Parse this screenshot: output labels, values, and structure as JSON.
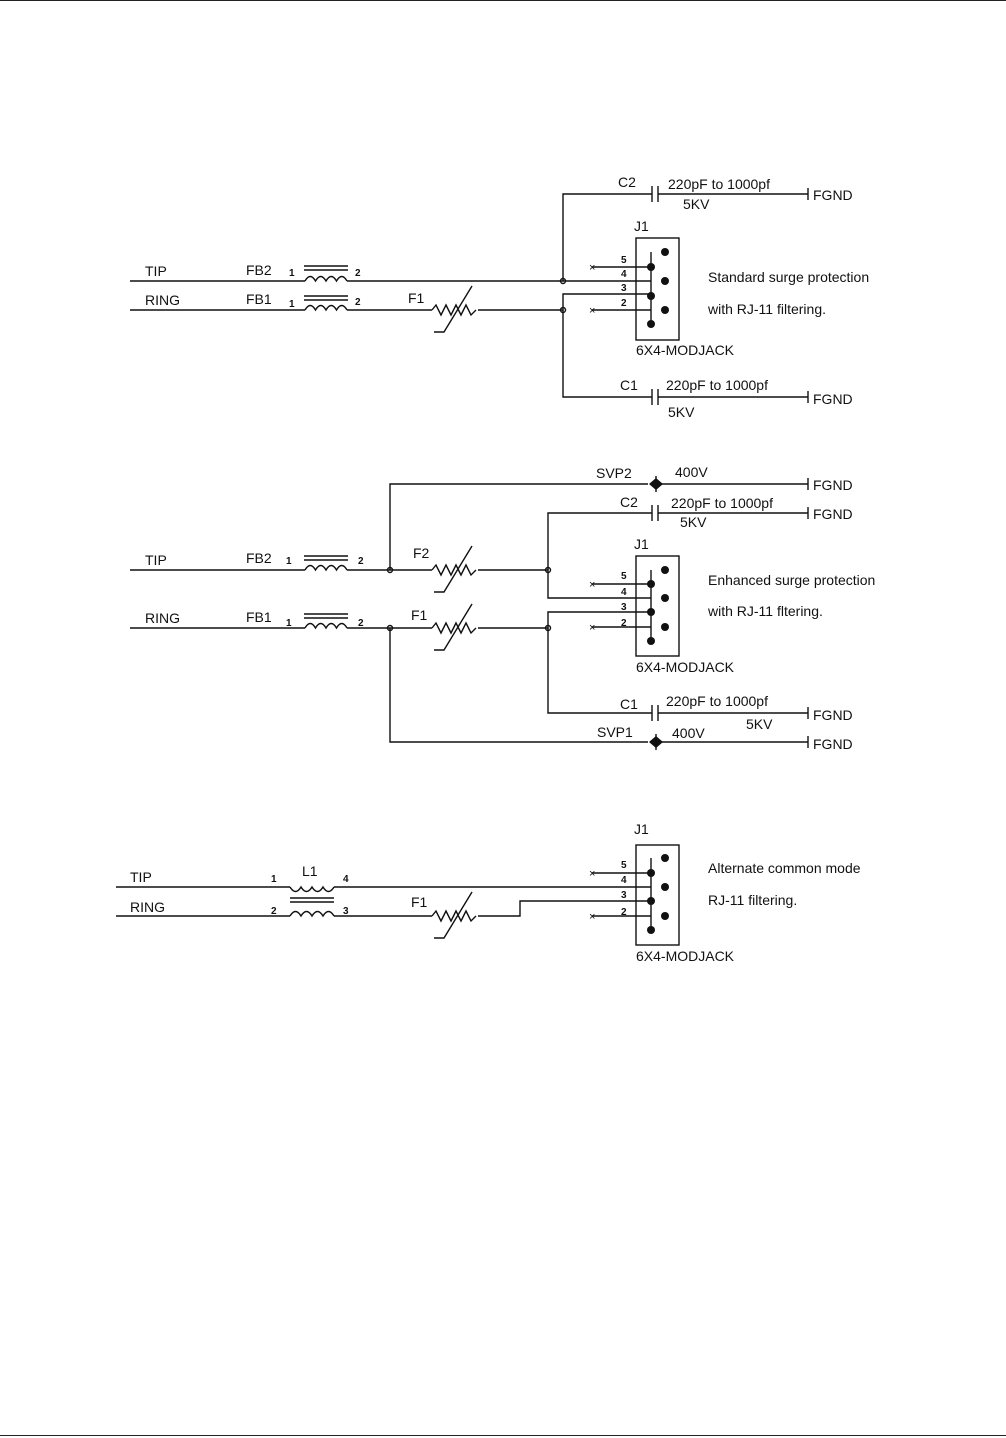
{
  "common": {
    "tip": "TIP",
    "ring": "RING",
    "fgnd": "FGND",
    "jack": "6X4-MODJACK",
    "cap_range": "220pF to 1000pf",
    "cap_voltage": "5KV",
    "pins": [
      "5",
      "4",
      "3",
      "2"
    ]
  },
  "circuit1": {
    "fb_tip": "FB2",
    "fb_ring": "FB1",
    "fuse": "F1",
    "cap_top": "C2",
    "cap_bottom": "C1",
    "jack_ref": "J1",
    "pin_1": "1",
    "pin_2": "2",
    "desc_line1": "Standard surge protection",
    "desc_line2": "with RJ-11 filtering."
  },
  "circuit2": {
    "fb_tip": "FB2",
    "fb_ring": "FB1",
    "fuse_tip": "F2",
    "fuse_ring": "F1",
    "cap_top": "C2",
    "cap_bottom": "C1",
    "svp_top": "SVP2",
    "svp_bottom": "SVP1",
    "svp_voltage": "400V",
    "jack_ref": "J1",
    "pin_1": "1",
    "pin_2": "2",
    "desc_line1": "Enhanced surge protection",
    "desc_line2": "with RJ-11 fltering."
  },
  "circuit3": {
    "inductor": "L1",
    "fuse": "F1",
    "jack_ref": "J1",
    "pin_1": "1",
    "pin_2": "2",
    "pin_3": "3",
    "pin_4": "4",
    "desc_line1": "Alternate common mode",
    "desc_line2": "RJ-11 filtering."
  }
}
